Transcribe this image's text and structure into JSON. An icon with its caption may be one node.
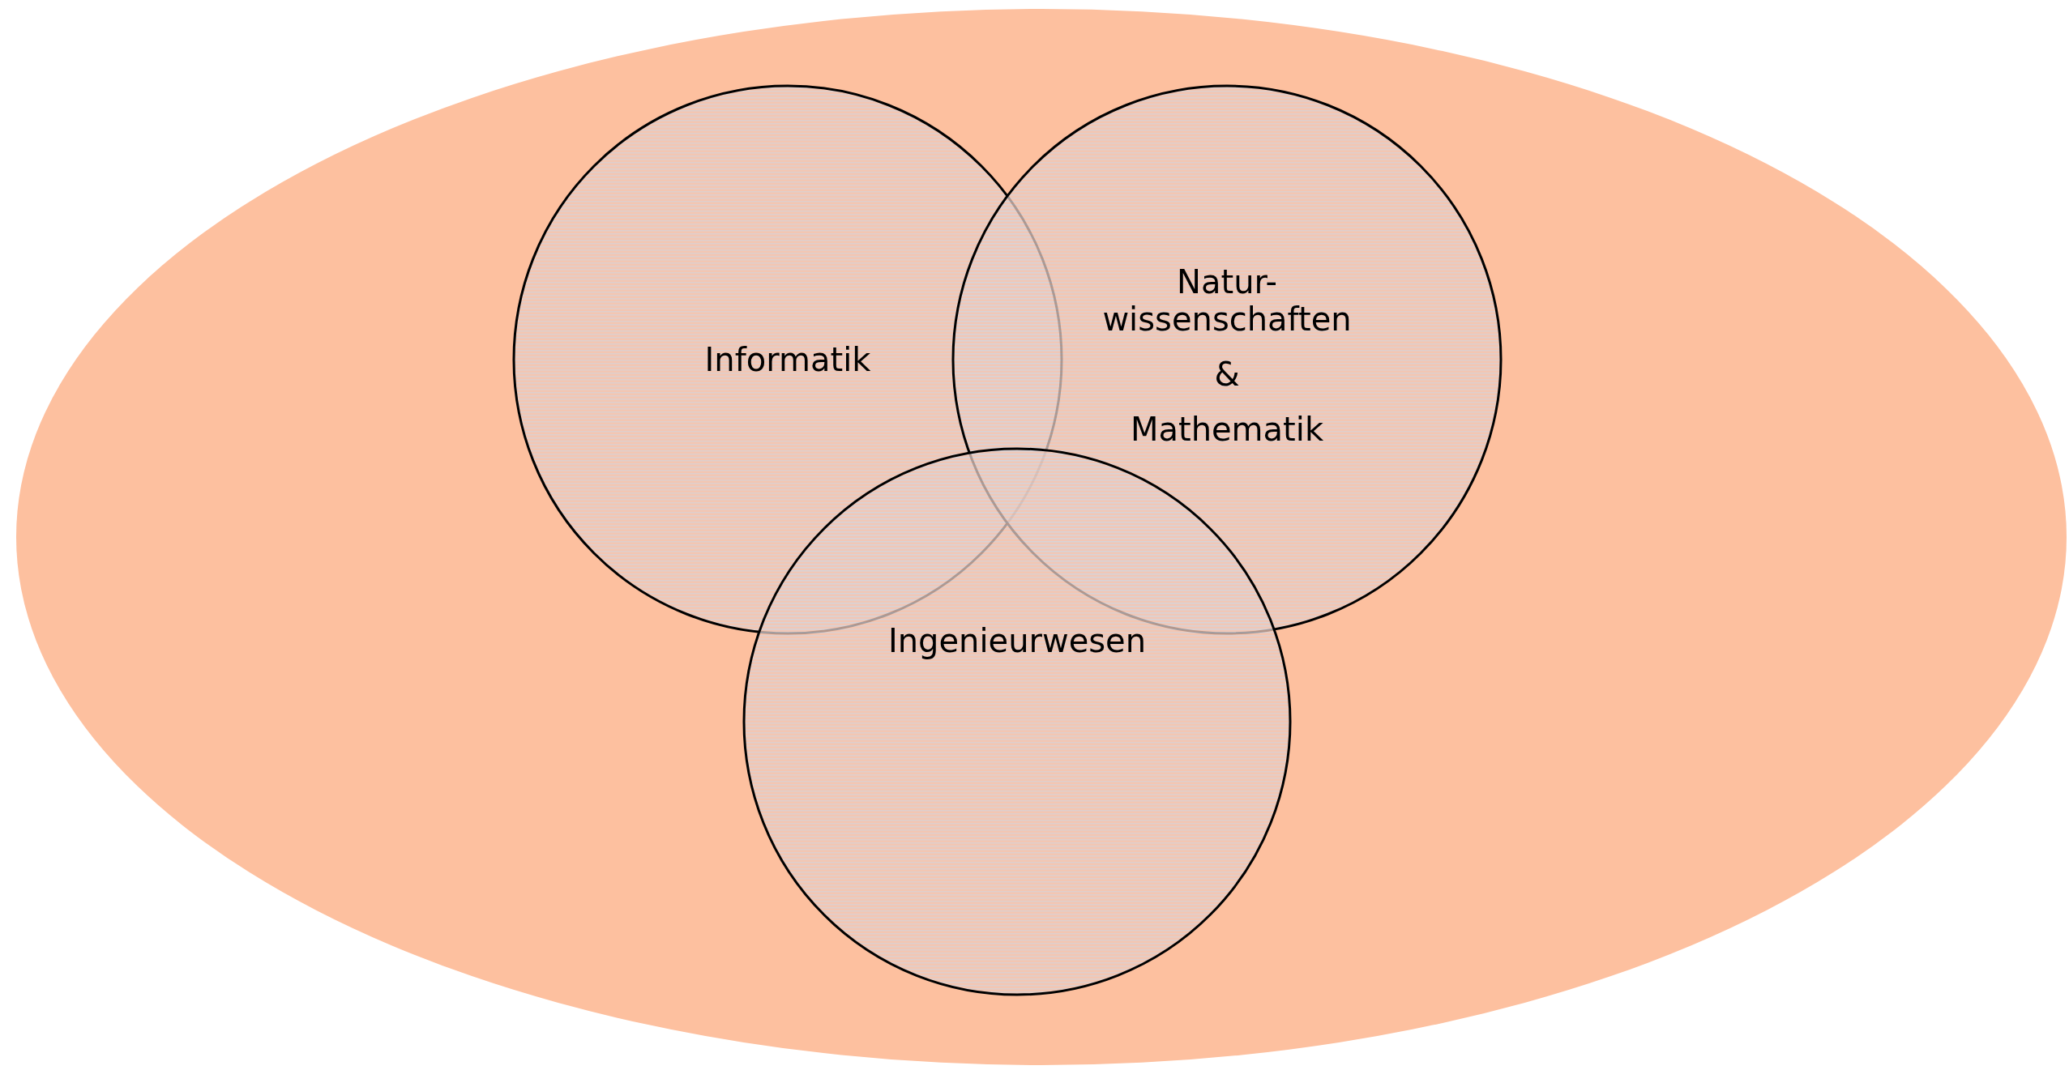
{
  "diagram": {
    "nodes": [
      {
        "text": [],
        "shape": "ellipse"
      },
      {
        "text": [
          "Informatik"
        ],
        "in": 0
      },
      {
        "text": [
          "Natur- wissenschaften",
          "&",
          "Mathematik"
        ],
        "in": 0
      },
      {
        "text": [
          "Ingenieurwesen"
        ],
        "in": 0
      }
    ]
  }
}
